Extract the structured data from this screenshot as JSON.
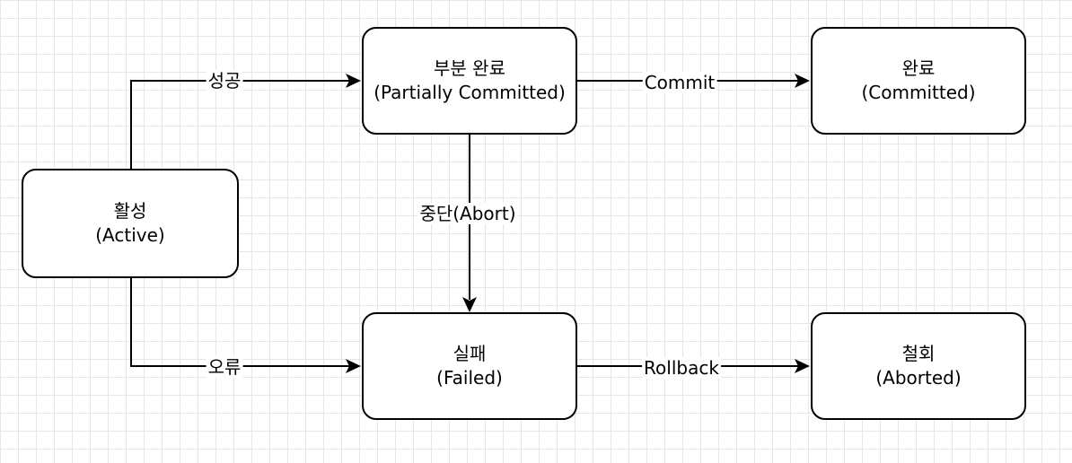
{
  "nodes": {
    "active": {
      "title": "활성",
      "subtitle": "(Active)"
    },
    "partially_committed": {
      "title": "부분 완료",
      "subtitle": "(Partially Committed)"
    },
    "committed": {
      "title": "완료",
      "subtitle": "(Committed)"
    },
    "failed": {
      "title": "실패",
      "subtitle": "(Failed)"
    },
    "aborted": {
      "title": "철회",
      "subtitle": "(Aborted)"
    }
  },
  "edges": {
    "success": {
      "from": "active",
      "to": "partially_committed",
      "label": "성공"
    },
    "error": {
      "from": "active",
      "to": "failed",
      "label": "오류"
    },
    "commit": {
      "from": "partially_committed",
      "to": "committed",
      "label": "Commit"
    },
    "abort": {
      "from": "partially_committed",
      "to": "failed",
      "label": "중단(Abort)"
    },
    "rollback": {
      "from": "failed",
      "to": "aborted",
      "label": "Rollback"
    }
  }
}
